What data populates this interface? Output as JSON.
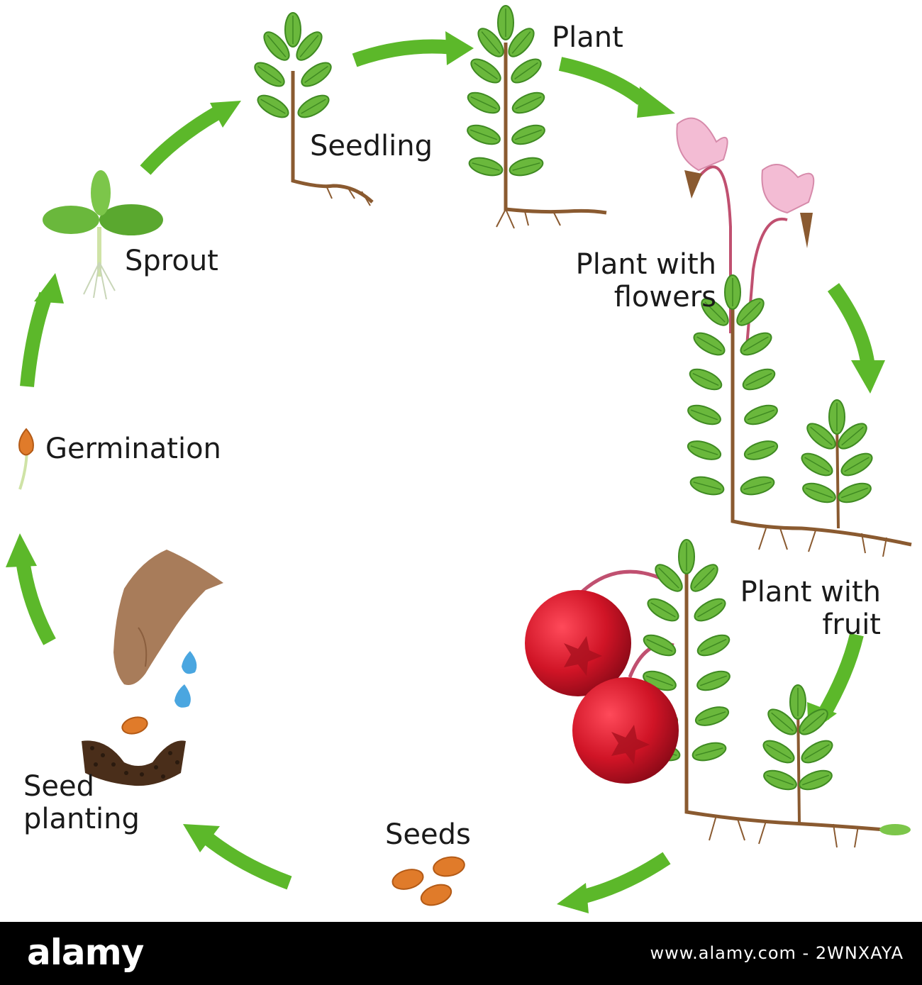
{
  "stages": {
    "plant": "Plant",
    "seedling": "Seedling",
    "sprout": "Sprout",
    "plant_with_flowers": [
      "Plant with",
      "flowers"
    ],
    "germination": "Germination",
    "plant_with_fruit": [
      "Plant with",
      "fruit"
    ],
    "seed_planting": [
      "Seed",
      "planting"
    ],
    "seeds": "Seeds"
  },
  "footer": {
    "brand": "alamy",
    "image_code": "www.alamy.com - 2WNXAYA"
  },
  "colors": {
    "arrow": "#5cb82a",
    "leaf": "#6ab83c",
    "berry": "#d01426",
    "flower": "#f3bcd4",
    "stem": "#8a5a30",
    "seed": "#e07b2a",
    "water": "#4aa6e0"
  }
}
